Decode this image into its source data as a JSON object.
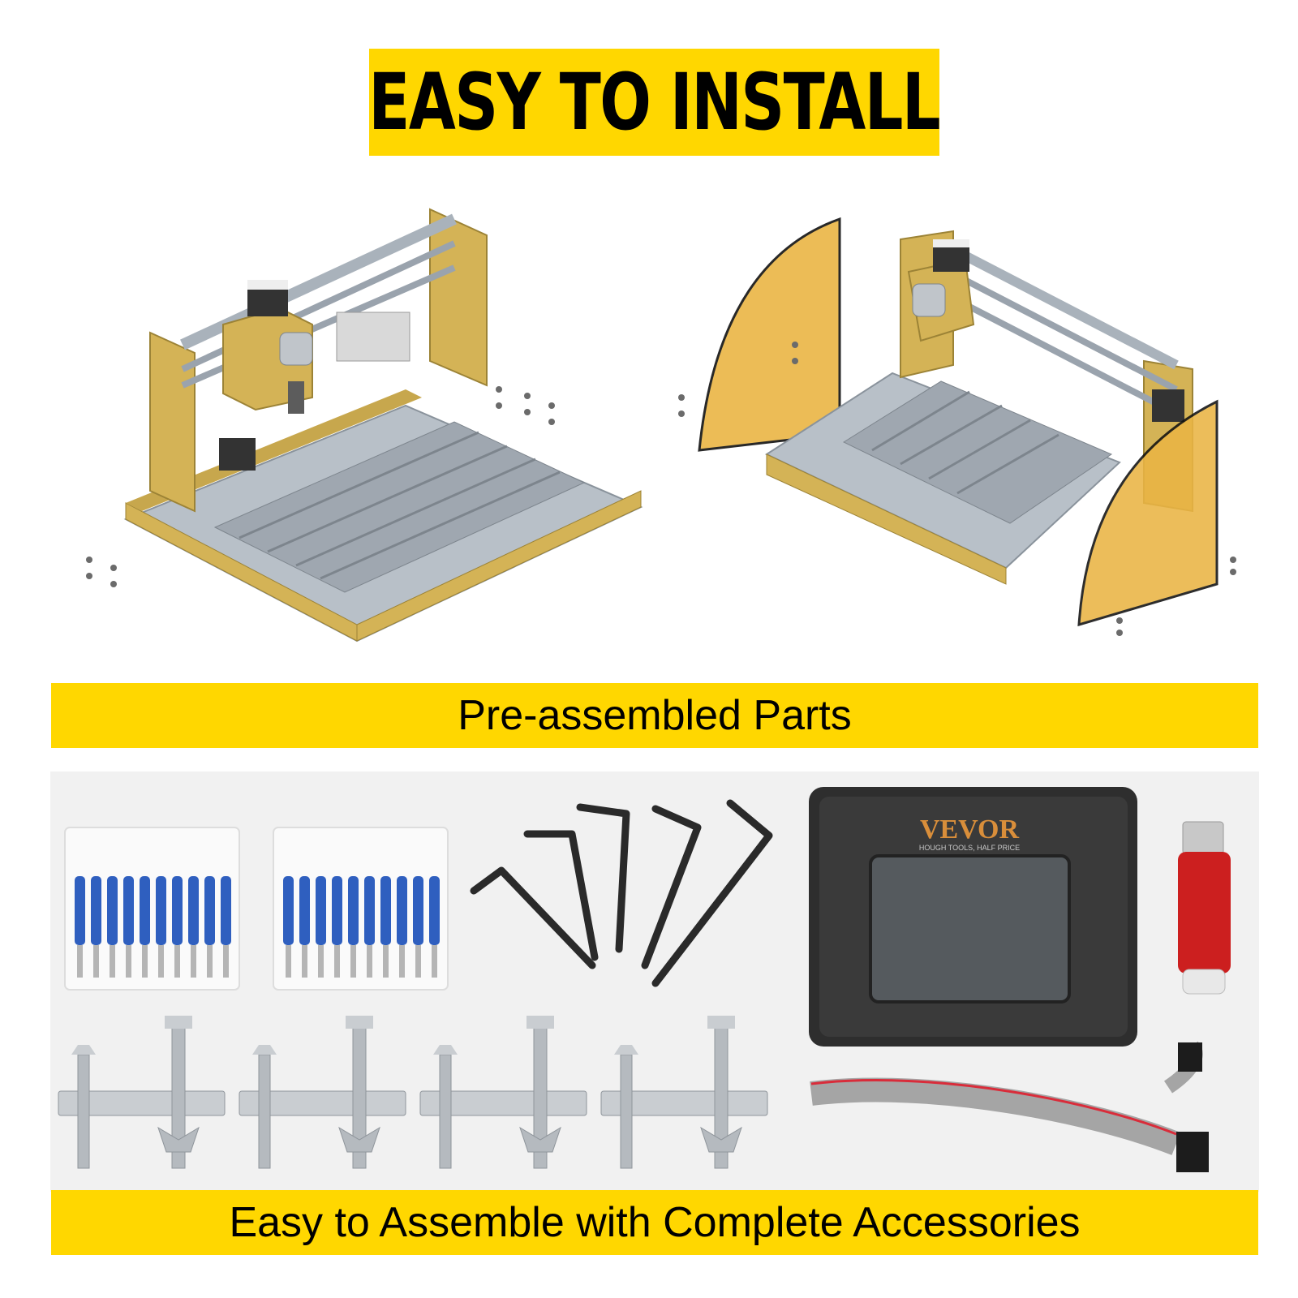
{
  "header": {
    "title": "EASY TO INSTALL"
  },
  "sections": {
    "preassembled_label": "Pre-assembled Parts",
    "accessories_label": "Easy to Assemble with Complete Accessories"
  },
  "controller": {
    "brand": "VEVOR",
    "tagline": "HOUGH TOOLS, HALF PRICE"
  },
  "colors": {
    "banner_yellow": "#ffd700",
    "frame_gold": "#d4b356",
    "panel_amber": "#eab544",
    "rail_grey": "#a9b2bb"
  },
  "icons": [
    "cnc-machine-illustration",
    "cnc-side-panel-illustration",
    "router-bit-box-icon",
    "hex-key-icon",
    "hold-down-clamp-icon",
    "touch-controller-icon",
    "usb-drive-icon",
    "ribbon-cable-icon"
  ]
}
